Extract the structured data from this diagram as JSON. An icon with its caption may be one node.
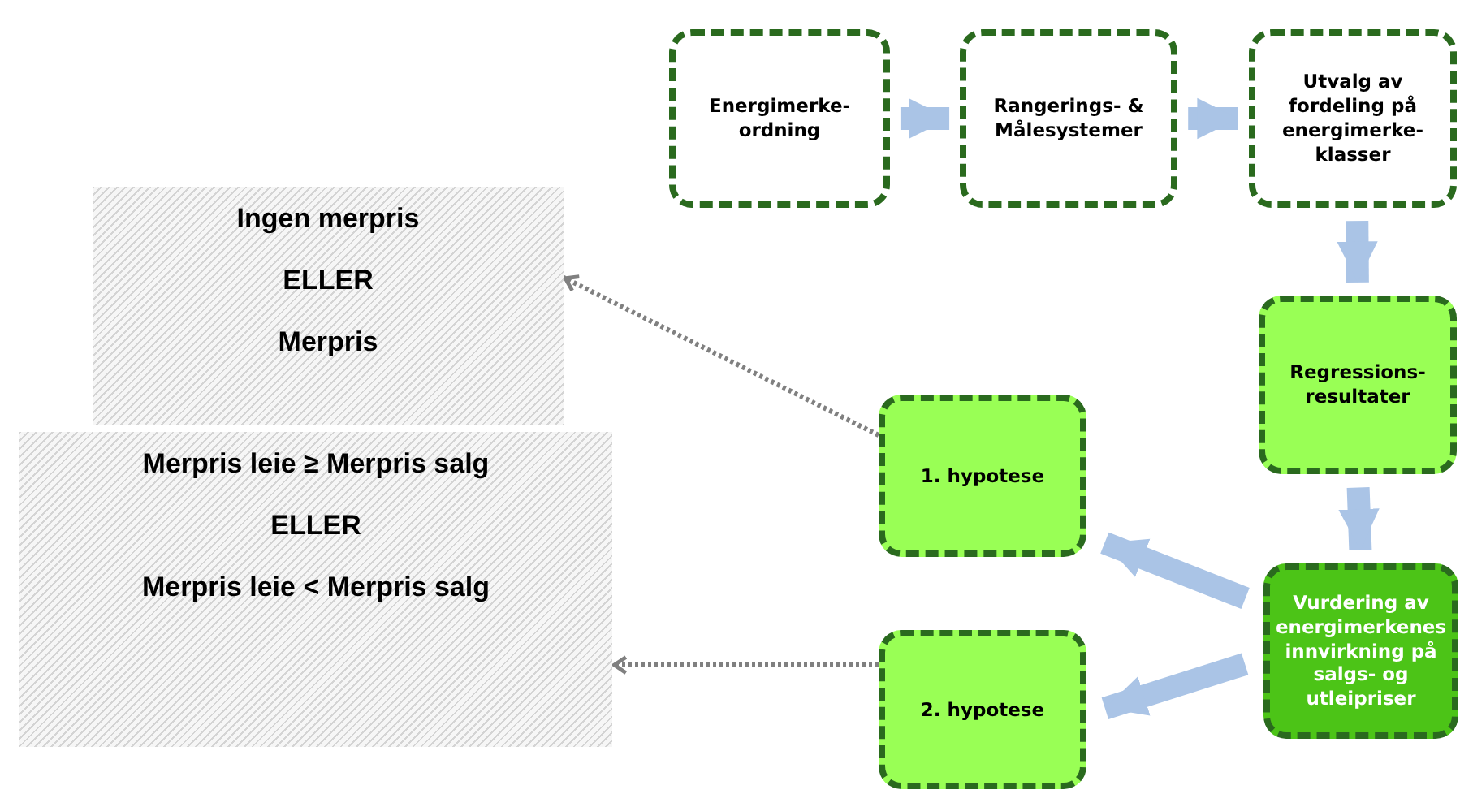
{
  "diagram": {
    "nodes": [
      {
        "text": [
          "Energimerke-ordning"
        ]
      },
      {
        "text": [
          "Rangerings- & Målesystemer"
        ]
      },
      {
        "text": [
          "Utvalg av fordeling på energimerke-klasser"
        ]
      },
      {
        "text": [
          "Regressions-resultater"
        ]
      },
      {
        "text": [
          "Vurdering av energimerkenes innvirkning på salgs- og utleipriser"
        ]
      },
      {
        "text": [
          "1. hypotese"
        ]
      },
      {
        "text": [
          "2. hypotese"
        ]
      },
      {
        "text": [
          "Ingen merpris",
          "ELLER",
          "Merpris"
        ]
      },
      {
        "text": [
          "Merpris leie ≥ Merpris salg",
          "ELLER",
          "Merpris leie < Merpris salg"
        ]
      }
    ],
    "edges": [
      {
        "from": 0,
        "to": 1,
        "arrow": "to"
      },
      {
        "from": 1,
        "to": 2,
        "arrow": "to"
      },
      {
        "from": 2,
        "to": 3,
        "arrow": "to"
      },
      {
        "from": 3,
        "to": 4,
        "arrow": "to"
      },
      {
        "from": 4,
        "to": 5,
        "arrow": "to"
      },
      {
        "from": 4,
        "to": 6,
        "arrow": "to"
      },
      {
        "from": 5,
        "to": 7,
        "arrow": "to",
        "style": "dashed",
        "color": "#808080"
      },
      {
        "from": 6,
        "to": 8,
        "arrow": "to",
        "style": "dashed",
        "color": "#808080"
      }
    ]
  }
}
